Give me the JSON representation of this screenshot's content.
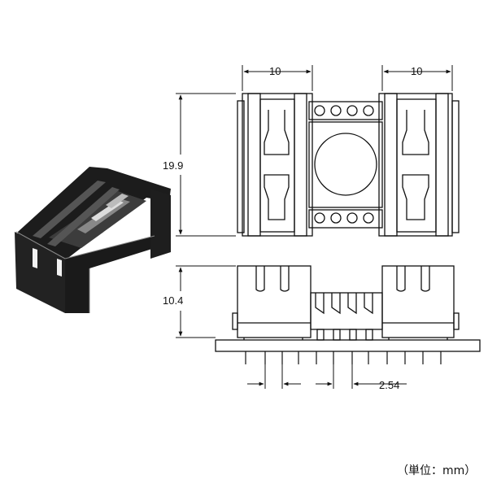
{
  "dimensions": {
    "top_left_width": "10",
    "top_right_width": "10",
    "height_top": "19.9",
    "height_side": "10.4",
    "pitch": "2.54"
  },
  "unit_label": "（単位：mm）"
}
